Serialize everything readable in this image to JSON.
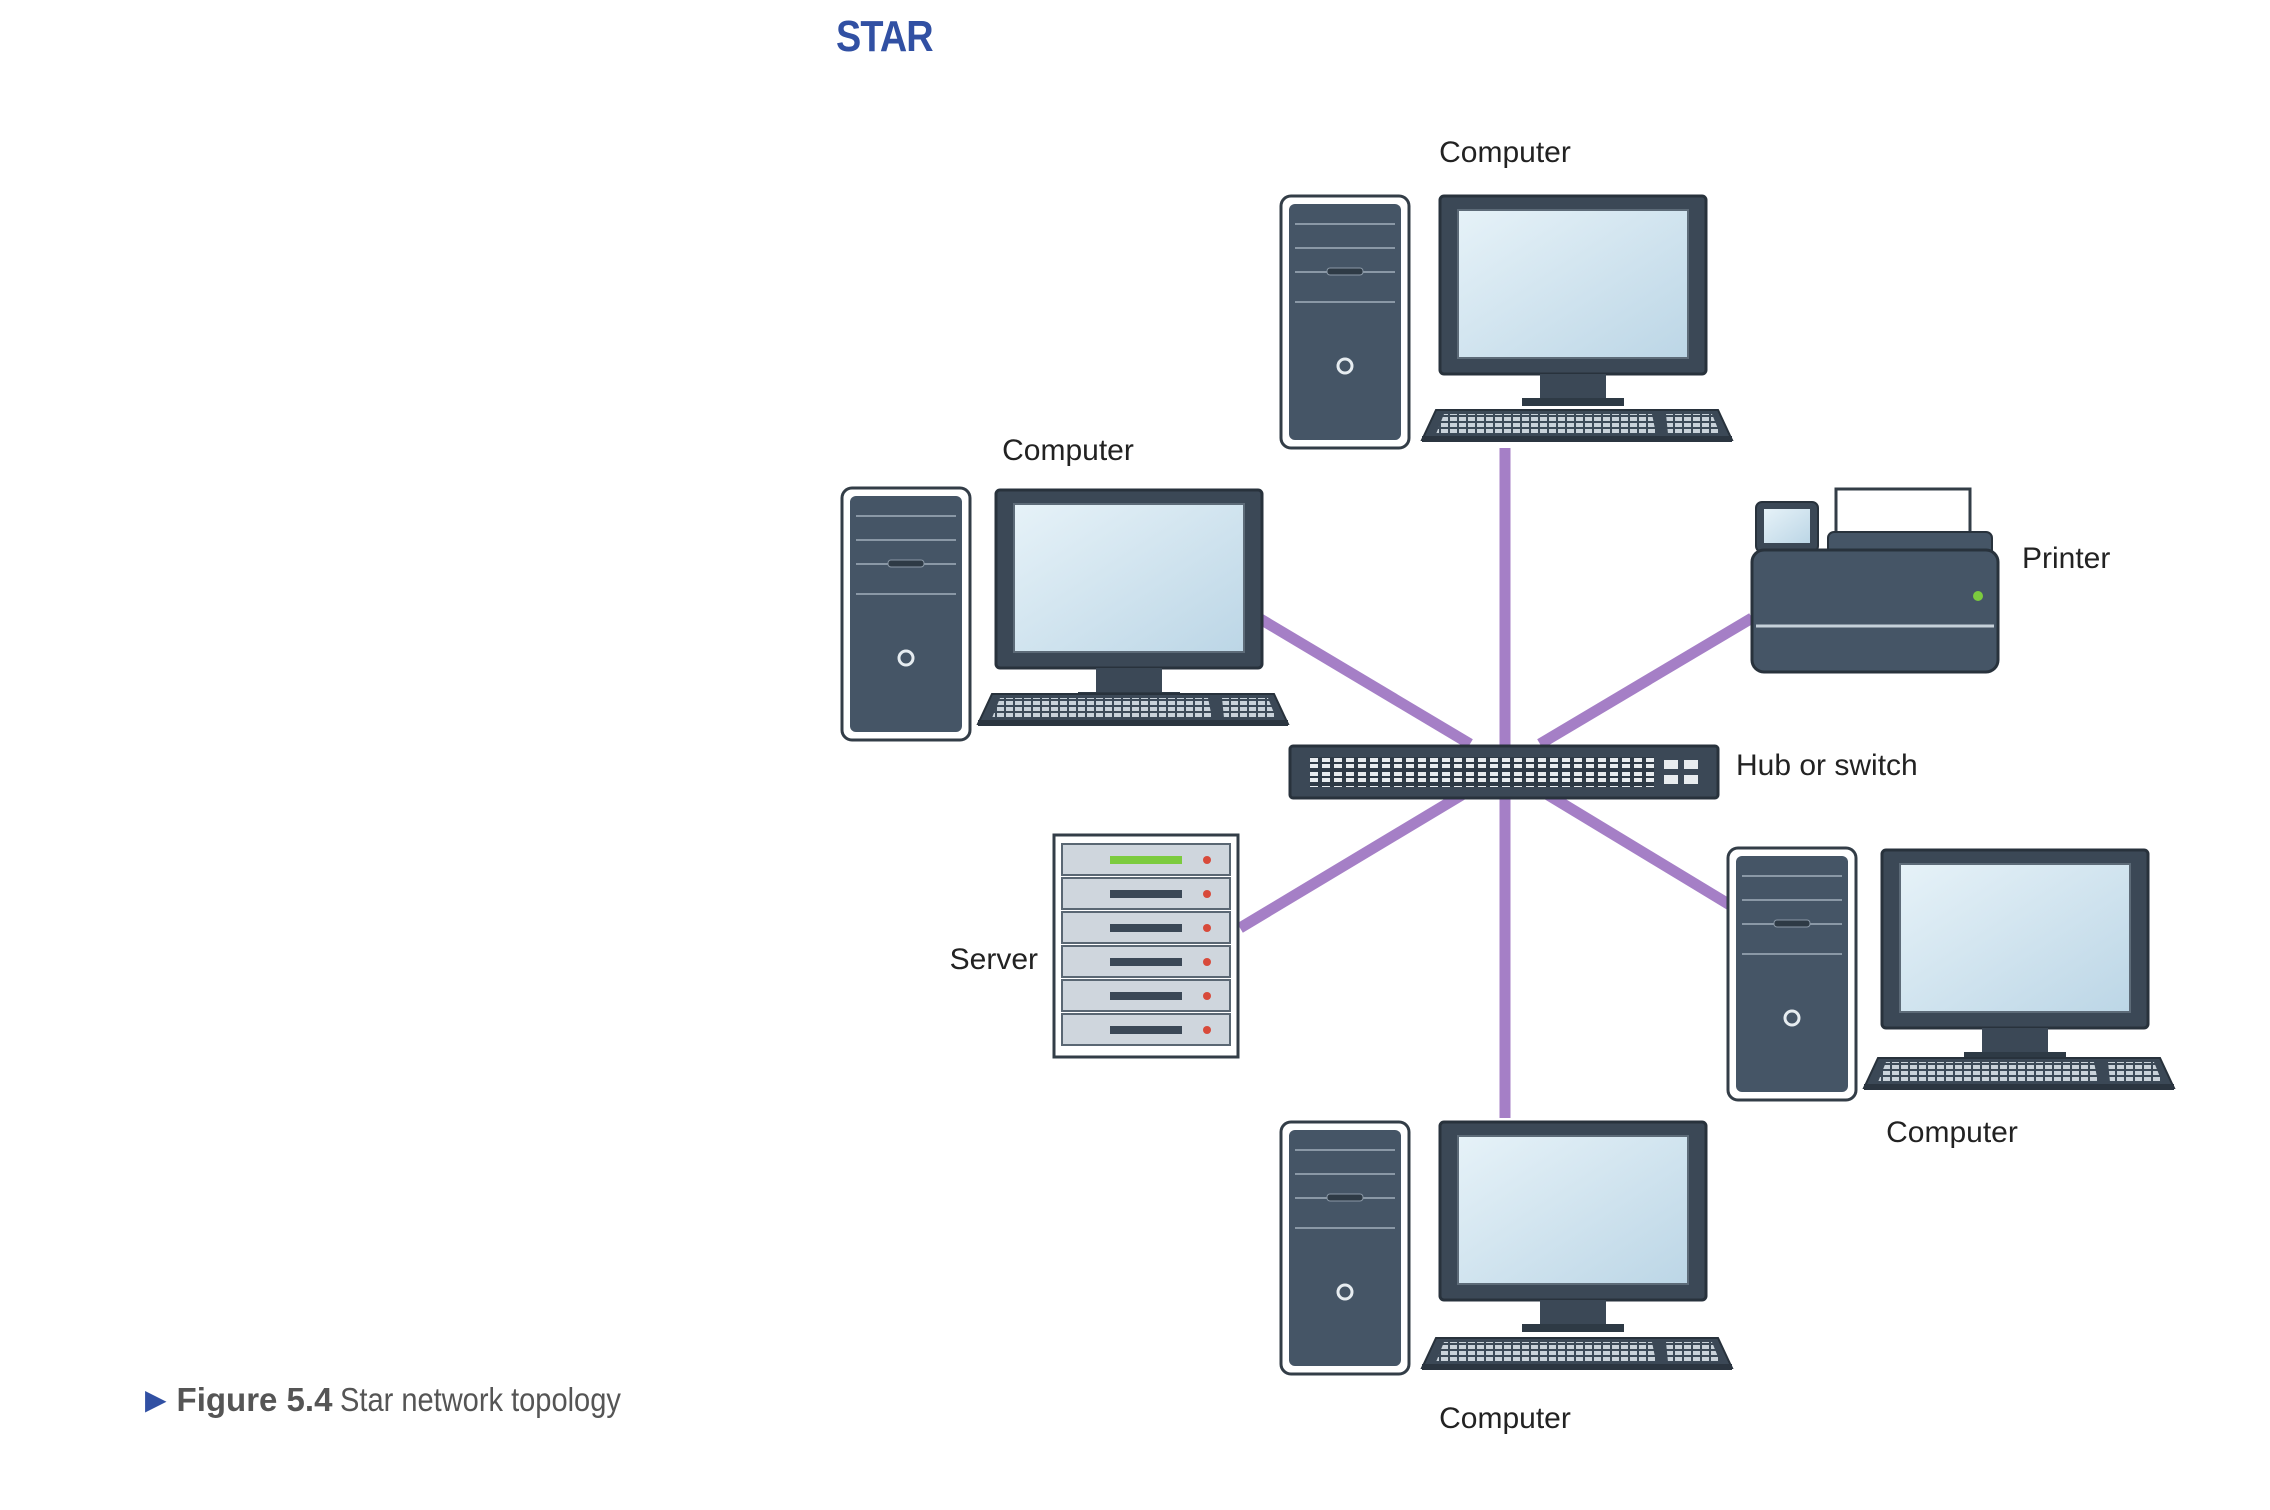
{
  "heading": "STAR",
  "caption": {
    "figure_number": "Figure 5.4",
    "figure_text": "Star network topology"
  },
  "labels": {
    "computer_top": "Computer",
    "computer_left": "Computer",
    "printer": "Printer",
    "hub": "Hub or switch",
    "server": "Server",
    "computer_right": "Computer",
    "computer_bottom": "Computer"
  },
  "colors": {
    "heading": "#3150a3",
    "link": "#a57fc6",
    "device_body": "#455566",
    "screen": "#cfe3ef",
    "server_led": "#7ccb3e"
  }
}
